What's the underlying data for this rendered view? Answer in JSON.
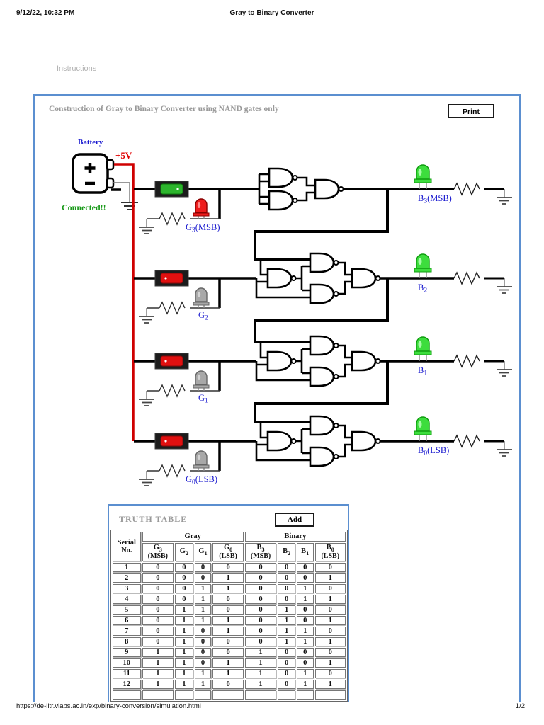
{
  "page": {
    "date": "9/12/22, 10:32 PM",
    "title": "Gray to Binary Converter",
    "footer_url": "https://de-iitr.vlabs.ac.in/exp/binary-conversion/simulation.html",
    "footer_page": "1/2"
  },
  "nav": {
    "instructions": "Instructions"
  },
  "panel": {
    "title": "Construction of Gray to Binary Converter using NAND gates only",
    "print_button": "Print"
  },
  "circuit": {
    "battery_label": "Battery",
    "vcc_label": "+5V",
    "status": "Connected!!",
    "colors": {
      "panel_border": "#5b8fd0",
      "wire_red": "#cf0000",
      "label_blue": "#1818cf",
      "connected_green": "#1a9a1a",
      "led_red_lit": "#ee1c1c",
      "led_green_lit": "#3ddd3d",
      "led_off_gray": "#a8a8a8",
      "switch_on_green": "#2db52d",
      "switch_off_red": "#e01010"
    },
    "inputs": [
      {
        "base": "G",
        "sub": "3",
        "suffix": "(MSB)",
        "switch_state": "on",
        "led_state": "red-lit"
      },
      {
        "base": "G",
        "sub": "2",
        "suffix": "",
        "switch_state": "off",
        "led_state": "off"
      },
      {
        "base": "G",
        "sub": "1",
        "suffix": "",
        "switch_state": "off",
        "led_state": "off"
      },
      {
        "base": "G",
        "sub": "0",
        "suffix": "(LSB)",
        "switch_state": "off",
        "led_state": "off"
      }
    ],
    "outputs": [
      {
        "base": "B",
        "sub": "3",
        "suffix": "(MSB)",
        "led_state": "green-lit"
      },
      {
        "base": "B",
        "sub": "2",
        "suffix": "",
        "led_state": "green-lit"
      },
      {
        "base": "B",
        "sub": "1",
        "suffix": "",
        "led_state": "green-lit"
      },
      {
        "base": "B",
        "sub": "0",
        "suffix": "(LSB)",
        "led_state": "green-lit"
      }
    ]
  },
  "truth_table": {
    "title": "TRUTH TABLE",
    "add_button": "Add",
    "serial_header": "Serial No.",
    "group_headers": [
      "Gray",
      "Binary"
    ],
    "columns": [
      {
        "base": "G",
        "sub": "3",
        "suffix": "(MSB)"
      },
      {
        "base": "G",
        "sub": "2",
        "suffix": ""
      },
      {
        "base": "G",
        "sub": "1",
        "suffix": ""
      },
      {
        "base": "G",
        "sub": "0",
        "suffix": "(LSB)"
      },
      {
        "base": "B",
        "sub": "3",
        "suffix": "(MSB)"
      },
      {
        "base": "B",
        "sub": "2",
        "suffix": ""
      },
      {
        "base": "B",
        "sub": "1",
        "suffix": ""
      },
      {
        "base": "B",
        "sub": "0",
        "suffix": "(LSB)"
      }
    ],
    "rows": [
      [
        1,
        0,
        0,
        0,
        0,
        0,
        0,
        0,
        0
      ],
      [
        2,
        0,
        0,
        0,
        1,
        0,
        0,
        0,
        1
      ],
      [
        3,
        0,
        0,
        1,
        1,
        0,
        0,
        1,
        0
      ],
      [
        4,
        0,
        0,
        1,
        0,
        0,
        0,
        1,
        1
      ],
      [
        5,
        0,
        1,
        1,
        0,
        0,
        1,
        0,
        0
      ],
      [
        6,
        0,
        1,
        1,
        1,
        0,
        1,
        0,
        1
      ],
      [
        7,
        0,
        1,
        0,
        1,
        0,
        1,
        1,
        0
      ],
      [
        8,
        0,
        1,
        0,
        0,
        0,
        1,
        1,
        1
      ],
      [
        9,
        1,
        1,
        0,
        0,
        1,
        0,
        0,
        0
      ],
      [
        10,
        1,
        1,
        0,
        1,
        1,
        0,
        0,
        1
      ],
      [
        11,
        1,
        1,
        1,
        1,
        1,
        0,
        1,
        0
      ],
      [
        12,
        1,
        1,
        1,
        0,
        1,
        0,
        1,
        1
      ]
    ],
    "partial_row": [
      "",
      "",
      "",
      "",
      "",
      "",
      "",
      "",
      ""
    ]
  }
}
